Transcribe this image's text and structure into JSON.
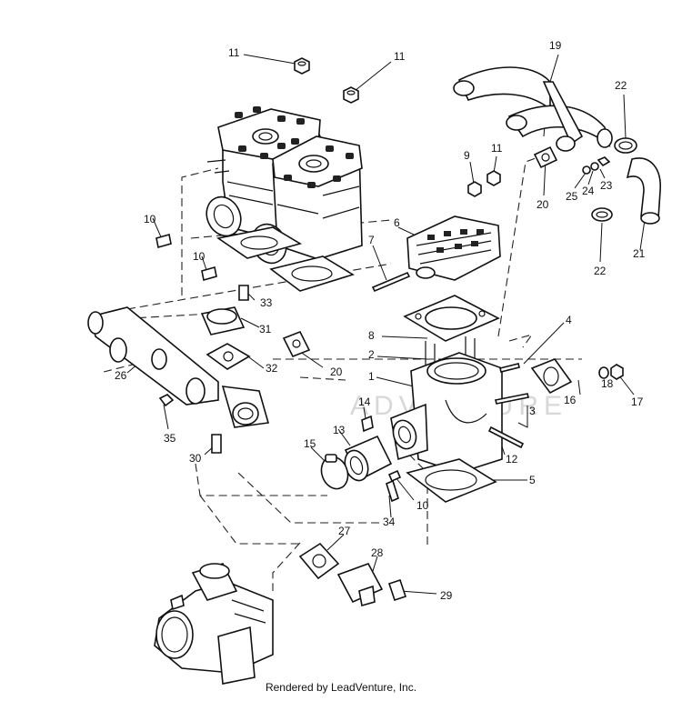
{
  "callouts": [
    {
      "id": "c1",
      "text": "1"
    },
    {
      "id": "c2",
      "text": "2"
    },
    {
      "id": "c3",
      "text": "3"
    },
    {
      "id": "c4",
      "text": "4"
    },
    {
      "id": "c5",
      "text": "5"
    },
    {
      "id": "c6",
      "text": "6"
    },
    {
      "id": "c7",
      "text": "7"
    },
    {
      "id": "c8",
      "text": "8"
    },
    {
      "id": "c9",
      "text": "9"
    },
    {
      "id": "c10a",
      "text": "10"
    },
    {
      "id": "c10b",
      "text": "10"
    },
    {
      "id": "c10c",
      "text": "10"
    },
    {
      "id": "c11a",
      "text": "11"
    },
    {
      "id": "c11b",
      "text": "11"
    },
    {
      "id": "c11c",
      "text": "11"
    },
    {
      "id": "c12",
      "text": "12"
    },
    {
      "id": "c13",
      "text": "13"
    },
    {
      "id": "c14",
      "text": "14"
    },
    {
      "id": "c15",
      "text": "15"
    },
    {
      "id": "c16",
      "text": "16"
    },
    {
      "id": "c17",
      "text": "17"
    },
    {
      "id": "c18",
      "text": "18"
    },
    {
      "id": "c19",
      "text": "19"
    },
    {
      "id": "c20a",
      "text": "20"
    },
    {
      "id": "c20b",
      "text": "20"
    },
    {
      "id": "c21",
      "text": "21"
    },
    {
      "id": "c22a",
      "text": "22"
    },
    {
      "id": "c22b",
      "text": "22"
    },
    {
      "id": "c23",
      "text": "23"
    },
    {
      "id": "c24",
      "text": "24"
    },
    {
      "id": "c25",
      "text": "25"
    },
    {
      "id": "c26",
      "text": "26"
    },
    {
      "id": "c27",
      "text": "27"
    },
    {
      "id": "c28",
      "text": "28"
    },
    {
      "id": "c29",
      "text": "29"
    },
    {
      "id": "c30",
      "text": "30"
    },
    {
      "id": "c31",
      "text": "31"
    },
    {
      "id": "c32",
      "text": "32"
    },
    {
      "id": "c33",
      "text": "33"
    },
    {
      "id": "c34",
      "text": "34"
    },
    {
      "id": "c35",
      "text": "35"
    }
  ],
  "watermark": "ADVENTURE",
  "footer": "Rendered by LeadVenture, Inc."
}
